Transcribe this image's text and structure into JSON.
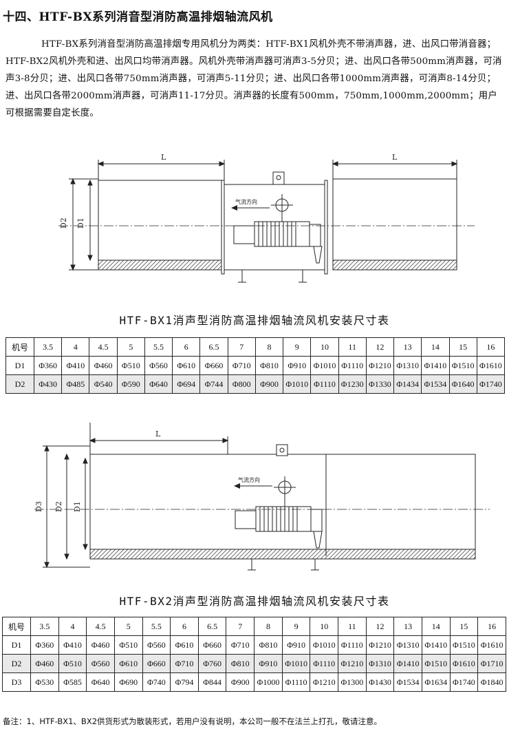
{
  "title": "十四、HTF-BX系列消音型消防高温排烟轴流风机",
  "intro": "HTF-BX系列消音型消防高温排烟专用风机分为两类：HTF-BX1风机外壳不带消声器，进、出风口带消音器；HTF-BX2风机外壳和进、出风口均带消声器。风机外壳带消声器可消声3-5分贝；进、出风口各带500mm消声器，可消声3-8分贝；进、出风口各带750mm消声器，可消声5-11分贝；进、出风口各带1000mm消声器，可消声8-14分贝；进、出风口各带2000mm消声器，可消声11-17分贝。消声器的长度有500mm，750mm,1000mm,2000mm；用户可根据需要自定长度。",
  "drawing1": {
    "dim_l_left": "L",
    "dim_l_right": "L",
    "d2": "D2",
    "d1": "D1",
    "airflow": "气流方向"
  },
  "table1": {
    "caption": "HTF-BX1消声型消防高温排烟轴流风机安装尺寸表",
    "header": [
      "机号",
      "3.5",
      "4",
      "4.5",
      "5",
      "5.5",
      "6",
      "6.5",
      "7",
      "8",
      "9",
      "10",
      "11",
      "12",
      "13",
      "14",
      "15",
      "16"
    ],
    "rows": [
      [
        "D1",
        "Φ360",
        "Φ410",
        "Φ460",
        "Φ510",
        "Φ560",
        "Φ610",
        "Φ660",
        "Φ710",
        "Φ810",
        "Φ910",
        "Φ1010",
        "Φ1110",
        "Φ1210",
        "Φ1310",
        "Φ1410",
        "Φ1510",
        "Φ1610"
      ],
      [
        "D2",
        "Φ430",
        "Φ485",
        "Φ540",
        "Φ590",
        "Φ640",
        "Φ694",
        "Φ744",
        "Φ800",
        "Φ900",
        "Φ1010",
        "Φ1110",
        "Φ1230",
        "Φ1330",
        "Φ1434",
        "Φ1534",
        "Φ1640",
        "Φ1740"
      ]
    ]
  },
  "drawing2": {
    "dim_l": "L",
    "d3": "D3",
    "d2": "D2",
    "d1": "D1",
    "airflow": "气流方向"
  },
  "table2": {
    "caption": "HTF-BX2消声型消防高温排烟轴流风机安装尺寸表",
    "header": [
      "机号",
      "3.5",
      "4",
      "4.5",
      "5",
      "5.5",
      "6",
      "6.5",
      "7",
      "8",
      "9",
      "10",
      "11",
      "12",
      "13",
      "14",
      "15",
      "16"
    ],
    "rows": [
      [
        "D1",
        "Φ360",
        "Φ410",
        "Φ460",
        "Φ510",
        "Φ560",
        "Φ610",
        "Φ660",
        "Φ710",
        "Φ810",
        "Φ910",
        "Φ1010",
        "Φ1110",
        "Φ1210",
        "Φ1310",
        "Φ1410",
        "Φ1510",
        "Φ1610"
      ],
      [
        "D2",
        "Φ460",
        "Φ510",
        "Φ560",
        "Φ610",
        "Φ660",
        "Φ710",
        "Φ760",
        "Φ810",
        "Φ910",
        "Φ1010",
        "Φ1110",
        "Φ1210",
        "Φ1310",
        "Φ1410",
        "Φ1510",
        "Φ1610",
        "Φ1710"
      ],
      [
        "D3",
        "Φ530",
        "Φ585",
        "Φ640",
        "Φ690",
        "Φ740",
        "Φ794",
        "Φ844",
        "Φ900",
        "Φ1000",
        "Φ1110",
        "Φ1210",
        "Φ1300",
        "Φ1430",
        "Φ1534",
        "Φ1634",
        "Φ1740",
        "Φ1840"
      ]
    ]
  },
  "note": "备注：1、HTF-BX1、BX2供货形式为散装形式，若用户没有说明，本公司一般不在法兰上打孔，敬请注意。"
}
